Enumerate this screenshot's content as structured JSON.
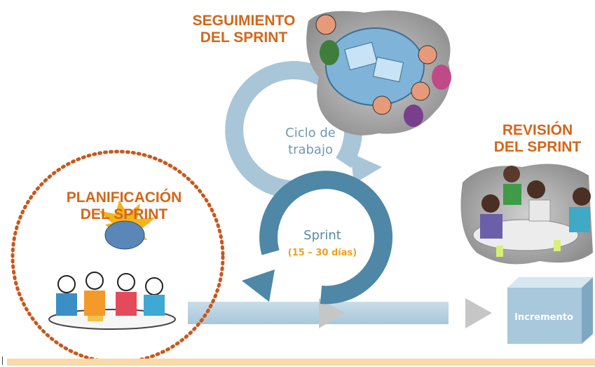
{
  "labels": {
    "seguimiento": "SEGUIMIENTO\nDEL SPRINT",
    "planificacion": "PLANIFICACIÓN\nDEL SPRINT",
    "revision": "REVISIÓN\nDEL SPRINT"
  },
  "loops": {
    "ciclo": "Ciclo de\ntrabajo",
    "sprint": "Sprint",
    "duration": "(15 – 30 días)"
  },
  "increment": "Incremento",
  "colors": {
    "label_orange": "#d4661a",
    "cycle_light": "#a9c6d8",
    "cycle_dark": "#4f87a6",
    "timeline": "#b8d3e2",
    "arrowhead": "#c8c8c8",
    "increment_box": "#a8c8dc",
    "duration": "#f0a020",
    "bottom_bar": "#f8d9a8"
  }
}
